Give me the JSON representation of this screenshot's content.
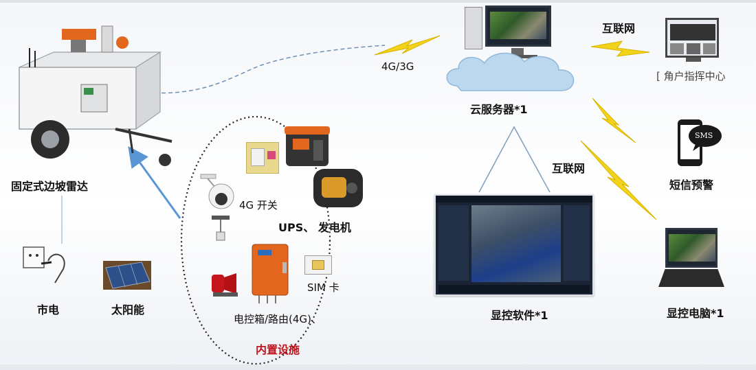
{
  "labels": {
    "radar": "固定式边坡雷达",
    "grid_power": "市电",
    "solar": "太阳能",
    "switch_4g": "4G 开关",
    "ups_generator": "UPS、 发电机",
    "sim_card": "SIM 卡",
    "control_box": "电控箱/路由(4G)、",
    "builtin": "内置设施",
    "link_4g3g": "4G/3G",
    "cloud_server": "云服务器*1",
    "internet_top": "互联网",
    "internet_mid": "互联网",
    "command_center": "[ 角户指挥中心",
    "sms_alert": "短信预警",
    "sms_icon_text": "SMS",
    "display_software": "显控软件*1",
    "display_pc": "显控电脑*1"
  },
  "colors": {
    "lightning": "#f2d21a",
    "arrow_blue": "#5a95d4",
    "cloud": "#bcd8ef",
    "builtin_red": "#c0141c"
  }
}
